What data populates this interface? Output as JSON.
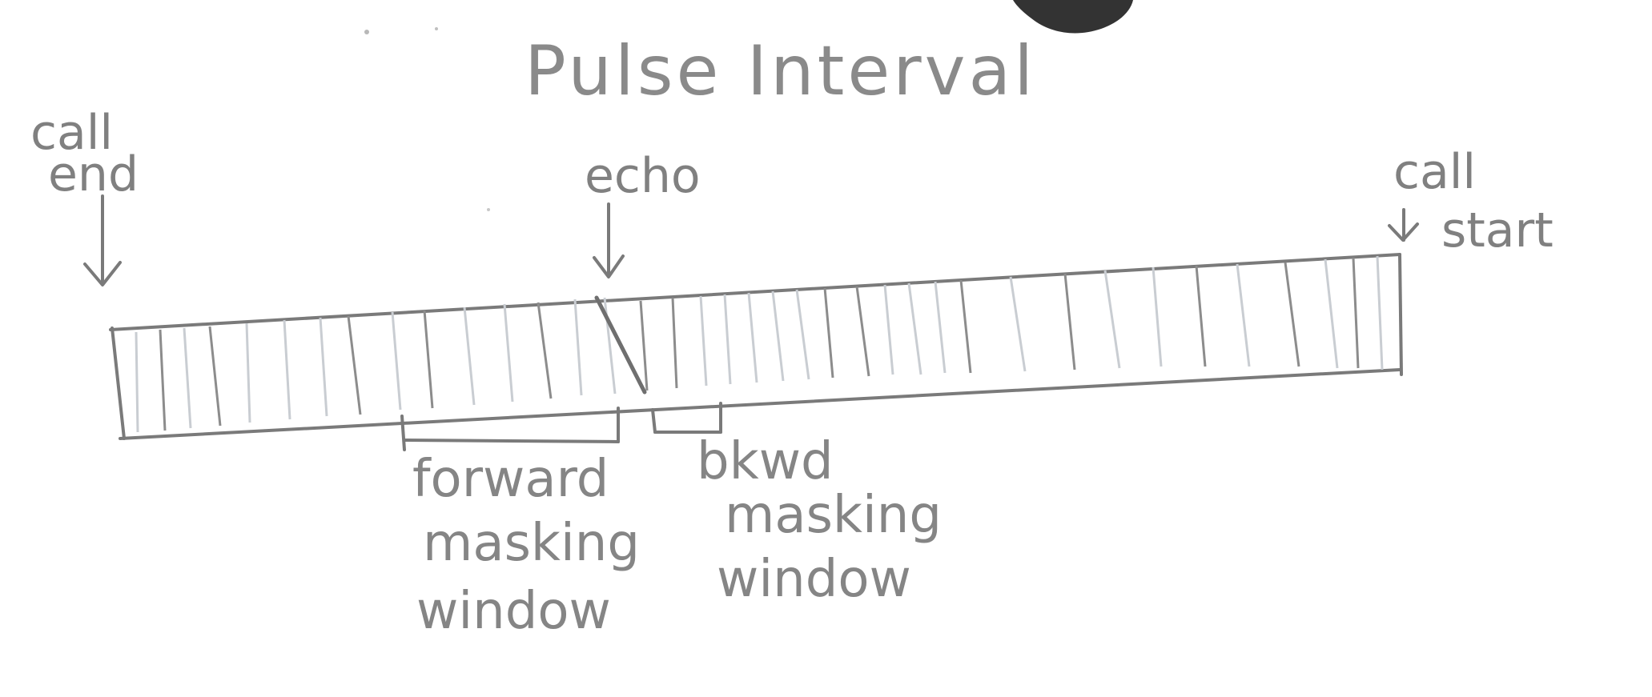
{
  "title": "Pulse Interval",
  "labels": {
    "call_end": [
      "call",
      "end"
    ],
    "echo": "echo",
    "call_start": [
      "call",
      "start"
    ]
  },
  "windows": {
    "forward": [
      "forward",
      "masking",
      "window"
    ],
    "backward": [
      "bkwd",
      "masking",
      "window"
    ]
  },
  "colors": {
    "ink": "#7a7a7a",
    "light_ticks": "#c9cdd2",
    "blot": "#333333",
    "background": "#ffffff"
  }
}
